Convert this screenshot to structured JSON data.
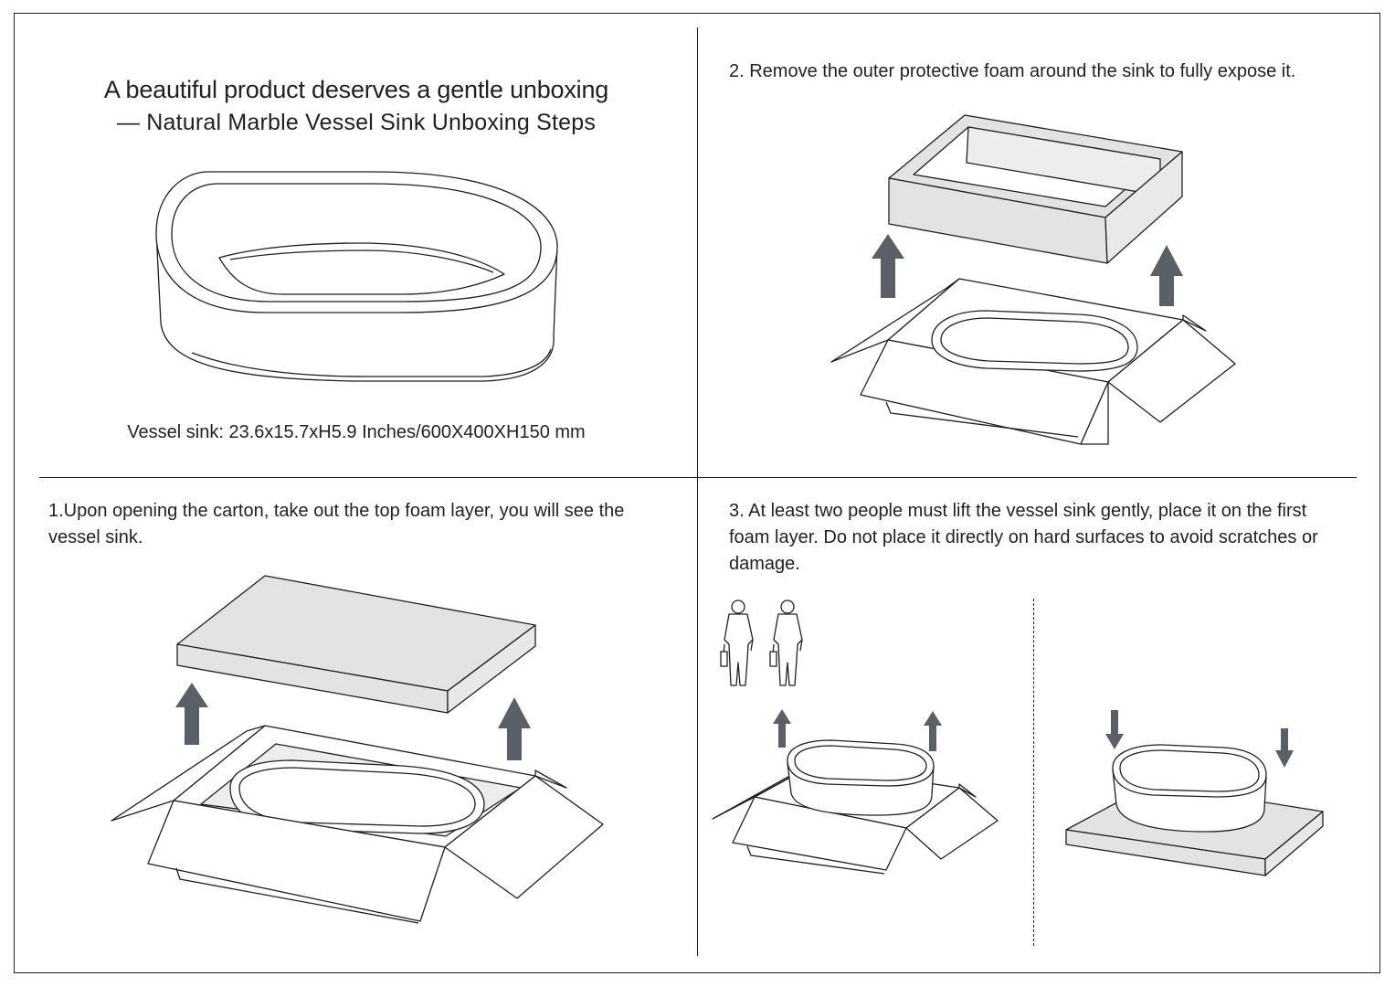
{
  "header": {
    "title": "A beautiful product deserves a gentle unboxing",
    "subtitle": "— Natural Marble Vessel Sink Unboxing Steps"
  },
  "product": {
    "dimensions": "Vessel sink: 23.6x15.7xH5.9 Inches/600X400XH150 mm"
  },
  "steps": [
    {
      "label": "1.Upon opening the carton, take out the top foam layer, you will see the vessel sink."
    },
    {
      "label": "2. Remove the outer protective foam around the sink to fully expose it."
    },
    {
      "label": "3. At least two people must lift the vessel sink gently, place it on the first foam layer. Do not place it directly on hard surfaces to avoid scratches or damage."
    }
  ],
  "colors": {
    "line": "#231f20",
    "foam": "#e3e3e3",
    "foam_top": "#ededed",
    "arrow": "#5b5f67"
  }
}
